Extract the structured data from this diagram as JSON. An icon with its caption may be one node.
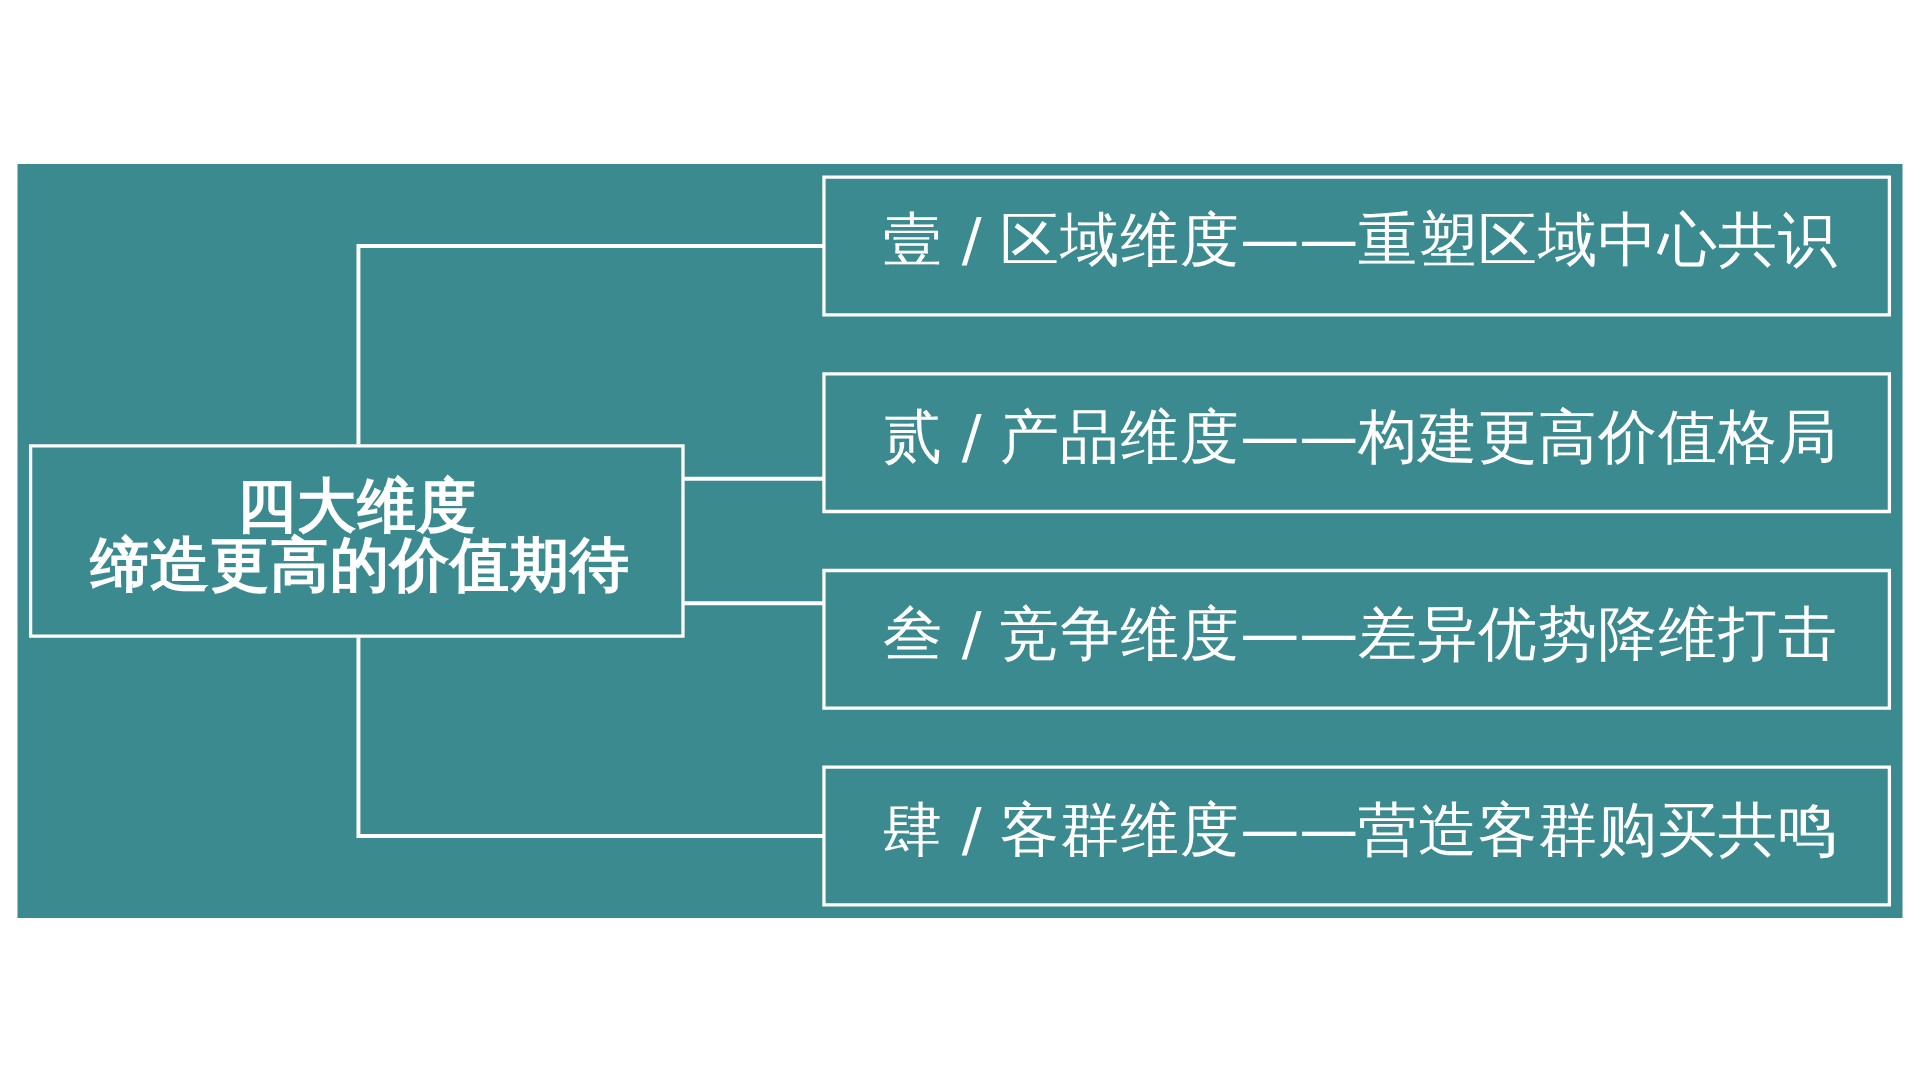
{
  "diagram": {
    "nodes": [
      {
        "text": [
          "四大维度",
          "缔造更高的价值期待"
        ]
      },
      {
        "text": [
          "壹 / 区域维度——重塑区域中心共识"
        ]
      },
      {
        "text": [
          "贰 / 产品维度——构建更高价值格局"
        ]
      },
      {
        "text": [
          "叁 / 竞争维度——差异优势降维打击"
        ]
      },
      {
        "text": [
          "肆 / 客群维度——营造客群购买共鸣"
        ]
      }
    ],
    "edges": [
      {
        "from": 0,
        "to": 1,
        "arrow": "none"
      },
      {
        "from": 0,
        "to": 2,
        "arrow": "none"
      },
      {
        "from": 0,
        "to": 3,
        "arrow": "none"
      },
      {
        "from": 0,
        "to": 4,
        "arrow": "none"
      }
    ]
  }
}
